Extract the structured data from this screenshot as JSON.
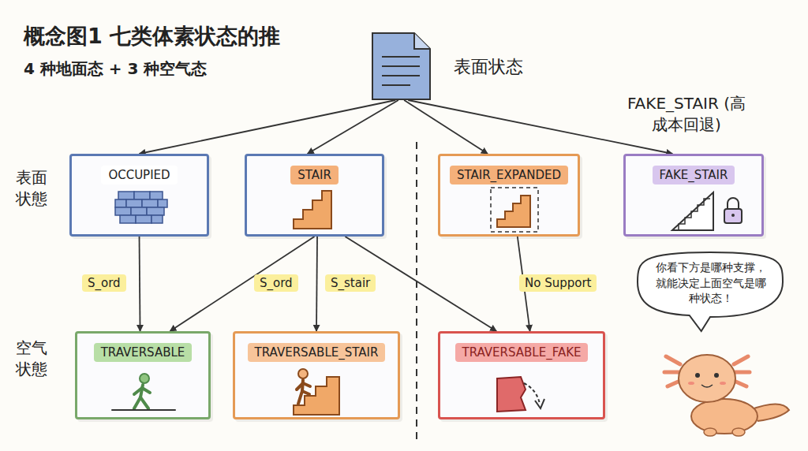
{
  "diagram": {
    "title": "概念图1 七类体素状态的推",
    "nodes": [
      {
        "text": [
          "表面状态"
        ]
      },
      {
        "text": [
          "OCCUPIED"
        ]
      },
      {
        "text": [
          "STAIR"
        ]
      },
      {
        "text": [
          "STAIR_EXPANDED"
        ]
      },
      {
        "text": [
          "FAKE_STAIR"
        ]
      },
      {
        "text": [
          "TRAVERSABLE"
        ]
      },
      {
        "text": [
          "TRAVERSABLE_STAIR"
        ]
      },
      {
        "text": [
          "TRAVERSABLE_FAKE"
        ]
      },
      {
        "text": [
          "你看下方是哪种支撑，就能决定上面空气是哪种状态！"
        ]
      }
    ],
    "edges": [
      {
        "from": 0,
        "to": 1,
        "arrow": "to"
      },
      {
        "from": 0,
        "to": 2,
        "arrow": "to"
      },
      {
        "from": 0,
        "to": 3,
        "arrow": "to"
      },
      {
        "from": 0,
        "to": 4,
        "arrow": "to"
      },
      {
        "from": 1,
        "to": 5,
        "label": "S_ord",
        "arrow": "to"
      },
      {
        "from": 2,
        "to": 5,
        "label": "S_ord",
        "arrow": "to"
      },
      {
        "from": 2,
        "to": 6,
        "label": "S_stair",
        "arrow": "to"
      },
      {
        "from": 2,
        "to": 7,
        "arrow": "to"
      },
      {
        "from": 3,
        "to": 7,
        "label": "No Support",
        "arrow": "to"
      }
    ],
    "labels": [
      "4 种地面态 + 3 种空气态",
      "FAKE_STAIR (高成本回退)",
      "表面 状態",
      "空气 状態"
    ]
  }
}
